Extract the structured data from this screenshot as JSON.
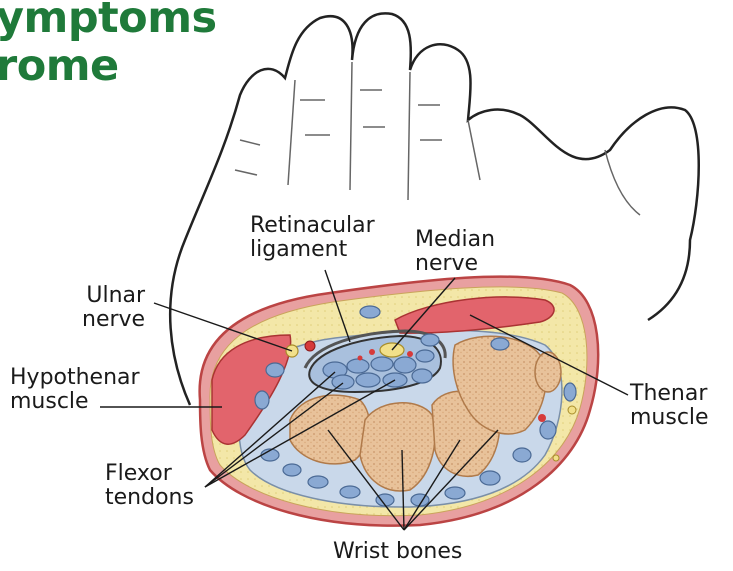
{
  "heading": {
    "line1": "ymptoms",
    "line2": "rome"
  },
  "labels": {
    "retinacular_ligament": {
      "line1": "Retinacular",
      "line2": "ligament"
    },
    "median_nerve": {
      "line1": "Median",
      "line2": "nerve"
    },
    "ulnar_nerve": {
      "line1": "Ulnar",
      "line2": "nerve"
    },
    "hypothenar_muscle": {
      "line1": "Hypothenar",
      "line2": "muscle"
    },
    "thenar_muscle": {
      "line1": "Thenar",
      "line2": "muscle"
    },
    "flexor_tendons": {
      "line1": "Flexor",
      "line2": "tendons"
    },
    "wrist_bones": {
      "line1": "Wrist bones"
    }
  },
  "colors": {
    "heading": "#1f7a3a",
    "outline": "#222222",
    "skin_ring": "#e8a0a0",
    "fat": "#f3e7a8",
    "muscle": "#e2646c",
    "bone": "#e8c29a",
    "bone_texture": "#c9956a",
    "tendon": "#9fb6d6",
    "connective": "#c9d8ea",
    "artery": "#d63a3a"
  }
}
